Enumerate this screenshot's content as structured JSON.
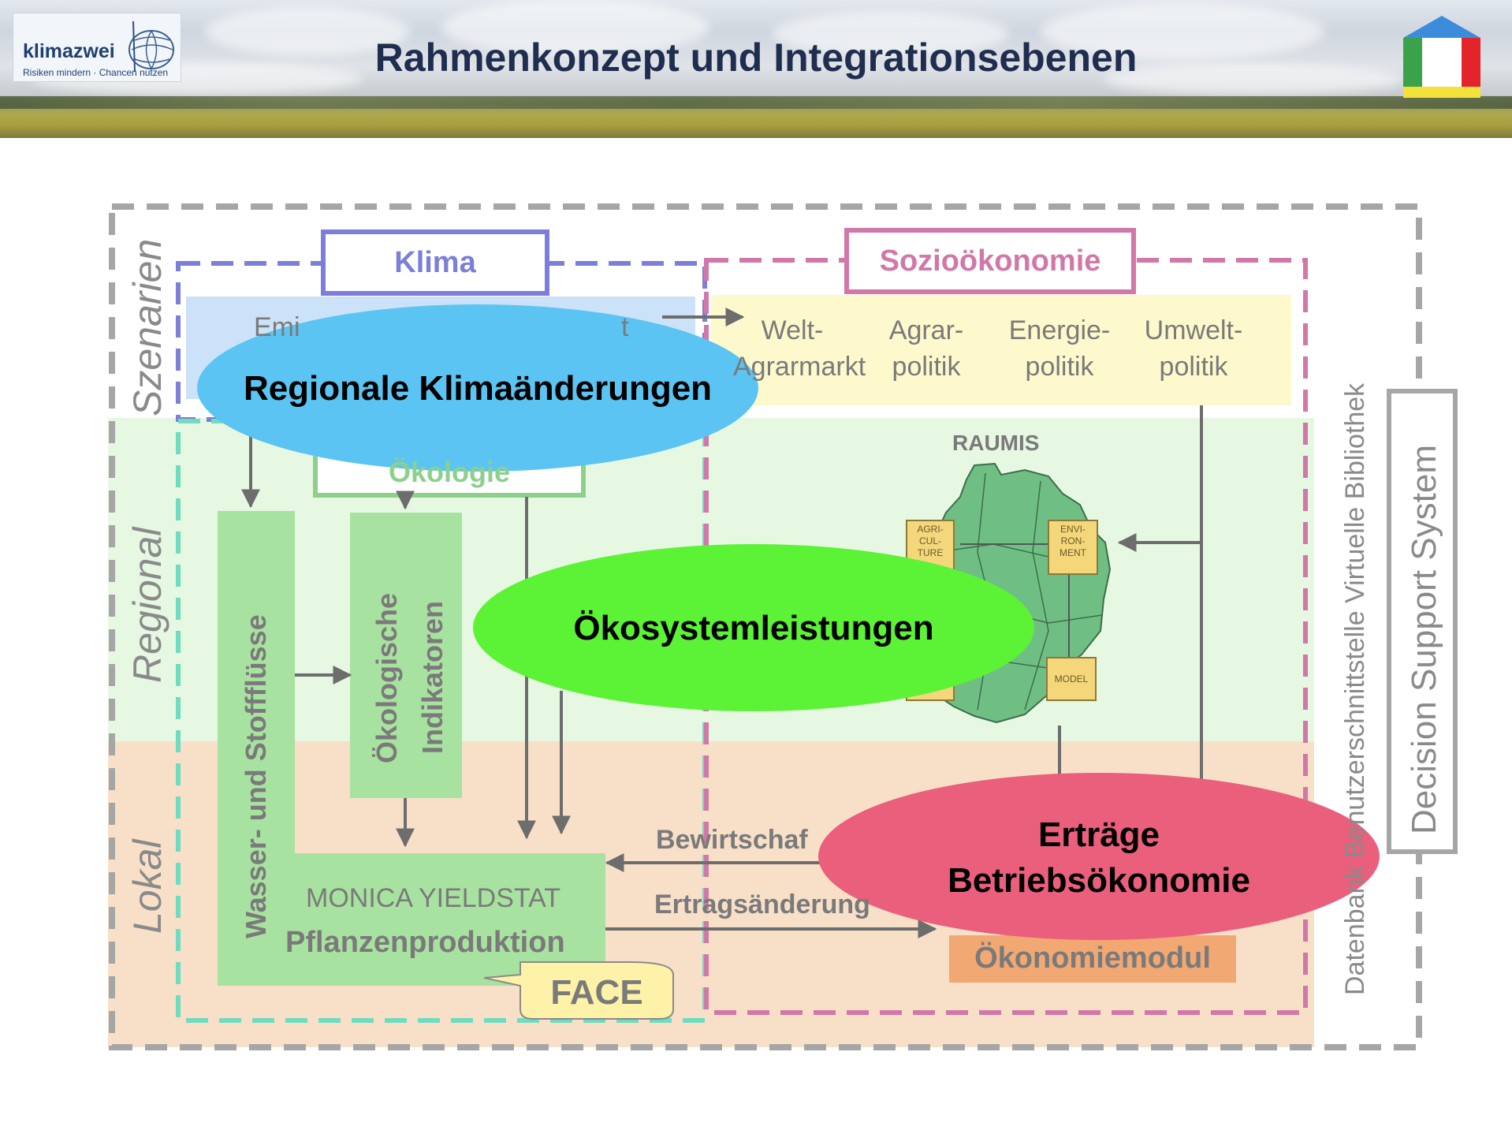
{
  "header": {
    "title": "Rahmenkonzept und Integrationsebenen",
    "logo_word": "klimazwei",
    "logo_tagline": "Risiken mindern · Chancen nutzen"
  },
  "levels": {
    "szenarien": "Szenarien",
    "regional": "Regional",
    "lokal": "Lokal"
  },
  "frames": {
    "klima": "Klima",
    "soziooekonomie": "Sozioökonomie",
    "oekologie": "Ökologie",
    "decision_support": "Decision Support System",
    "right_vertical": "Datenbank  Benutzerschnittstelle  Virtuelle Bibliothek"
  },
  "klima_box": {
    "left_text": "Emi",
    "right_text": "t"
  },
  "socio_items": [
    {
      "line1": "Welt-",
      "line2": "Agrarmarkt"
    },
    {
      "line1": "Agrar-",
      "line2": "politik"
    },
    {
      "line1": "Energie-",
      "line2": "politik"
    },
    {
      "line1": "Umwelt-",
      "line2": "politik"
    }
  ],
  "raumis": {
    "title": "RAUMIS",
    "agriculture": "AGRI-\nCUL-\nTURE",
    "environment": "ENVI-\nRON-\nMENT",
    "model": "MODEL"
  },
  "green_boxes": {
    "wasser": "Wasser- und Stoffflüsse",
    "indikatoren_1": "Ökologische",
    "indikatoren_2": "Indikatoren",
    "monica": "MONICA YIELDSTAT",
    "pflanzen": "Pflanzenproduktion",
    "face": "FACE"
  },
  "flows": {
    "bewirtschaftung": "Bewirtschaf",
    "ertragsaenderung": "Ertragsänderung"
  },
  "oekonomiemodul": "Ökonomiemodul",
  "ellipses": {
    "regionale": "Regionale Klimaänderungen",
    "oekosystem": "Ökosystemleistungen",
    "ertraege_1": "Erträge",
    "ertraege_2": "Betriebsökonomie"
  },
  "colors": {
    "title": "#1f2d4f",
    "klima": "#7b7fd9",
    "socio": "#d178a8",
    "oekologie": "#8cd08c",
    "blue_ellipse": "#5bc4f2",
    "green_ellipse": "#5cf236",
    "red_ellipse": "#ea5f7c",
    "oekonomie_box": "#f2a873"
  }
}
